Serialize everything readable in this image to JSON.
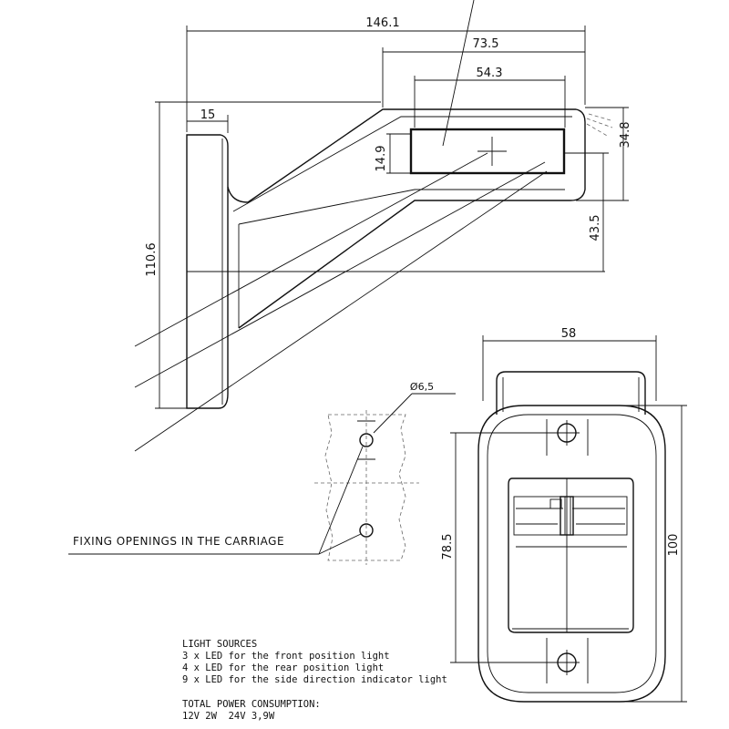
{
  "dimensions": {
    "total_length": "146.1",
    "lamp_length": "73.5",
    "lens_length": "54.3",
    "base_thickness": "15",
    "lens_height": "14.9",
    "head_height": "34.8",
    "drop_height": "43.5",
    "total_height": "110.6",
    "hole_diameter": "Ø6,5",
    "front_width": "58",
    "hole_spacing": "78.5",
    "front_height": "100"
  },
  "callout": {
    "fixing_openings": "FIXING OPENINGS IN THE CARRIAGE"
  },
  "notes": {
    "light_sources_title": "LIGHT SOURCES",
    "light_sources": [
      "3 x LED for the front position light",
      "4 x LED for the rear position light",
      "9 x LED for the side direction indicator light"
    ],
    "power_title": "TOTAL POWER CONSUMPTION:",
    "power_value": "12V 2W  24V 3,9W"
  }
}
